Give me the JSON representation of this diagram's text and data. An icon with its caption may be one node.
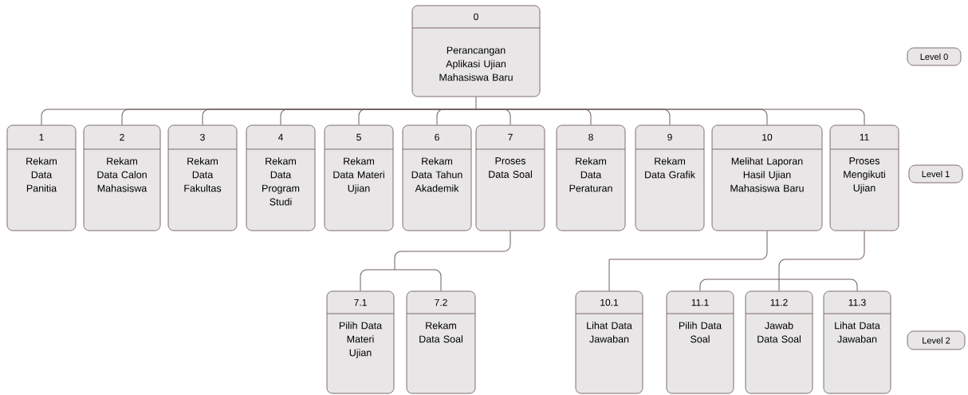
{
  "diagram": {
    "nodes": [
      {
        "text": [
          "0",
          "Perancangan Aplikasi Ujian Mahasiswa Baru"
        ]
      },
      {
        "text": [
          "1",
          "Rekam Data Panitia"
        ]
      },
      {
        "text": [
          "2",
          "Rekam Data Calon Mahasiswa"
        ]
      },
      {
        "text": [
          "3",
          "Rekam Data Fakultas"
        ]
      },
      {
        "text": [
          "4",
          "Rekam Data Program Studi"
        ]
      },
      {
        "text": [
          "5",
          "Rekam Data Materi Ujian"
        ]
      },
      {
        "text": [
          "6",
          "Rekam Data Tahun Akademik"
        ]
      },
      {
        "text": [
          "7",
          "Proses Data Soal"
        ]
      },
      {
        "text": [
          "8",
          "Rekam Data Peraturan"
        ]
      },
      {
        "text": [
          "9",
          "Rekam Data Grafik"
        ]
      },
      {
        "text": [
          "10",
          "Melihat Laporan Hasil Ujian Mahasiswa Baru"
        ]
      },
      {
        "text": [
          "11",
          "Proses Mengikuti Ujian"
        ]
      },
      {
        "text": [
          "7.1",
          "Pilih Data Materi Ujian"
        ]
      },
      {
        "text": [
          "7.2",
          "Rekam Data Soal"
        ]
      },
      {
        "text": [
          "10.1",
          "Lihat Data Jawaban"
        ]
      },
      {
        "text": [
          "11.1",
          "Pilih Data Soal"
        ]
      },
      {
        "text": [
          "11.2",
          "Jawab Data Soal"
        ]
      },
      {
        "text": [
          "11.3",
          "Lihat Data Jawaban"
        ]
      },
      {
        "text": [
          "Level 0"
        ]
      },
      {
        "text": [
          "Level 1"
        ]
      },
      {
        "text": [
          "Level 2"
        ]
      }
    ],
    "edges": [
      {
        "from": 0,
        "to": 1,
        "arrow": "none"
      },
      {
        "from": 0,
        "to": 2,
        "arrow": "none"
      },
      {
        "from": 0,
        "to": 3,
        "arrow": "none"
      },
      {
        "from": 0,
        "to": 4,
        "arrow": "none"
      },
      {
        "from": 0,
        "to": 5,
        "arrow": "none"
      },
      {
        "from": 0,
        "to": 6,
        "arrow": "none"
      },
      {
        "from": 0,
        "to": 7,
        "arrow": "none"
      },
      {
        "from": 0,
        "to": 8,
        "arrow": "none"
      },
      {
        "from": 0,
        "to": 9,
        "arrow": "none"
      },
      {
        "from": 0,
        "to": 10,
        "arrow": "none"
      },
      {
        "from": 0,
        "to": 11,
        "arrow": "none"
      },
      {
        "from": 7,
        "to": 12,
        "arrow": "none"
      },
      {
        "from": 7,
        "to": 13,
        "arrow": "none"
      },
      {
        "from": 10,
        "to": 14,
        "arrow": "none"
      },
      {
        "from": 11,
        "to": 15,
        "arrow": "none"
      },
      {
        "from": 11,
        "to": 16,
        "arrow": "none"
      },
      {
        "from": 11,
        "to": 17,
        "arrow": "none"
      }
    ]
  }
}
